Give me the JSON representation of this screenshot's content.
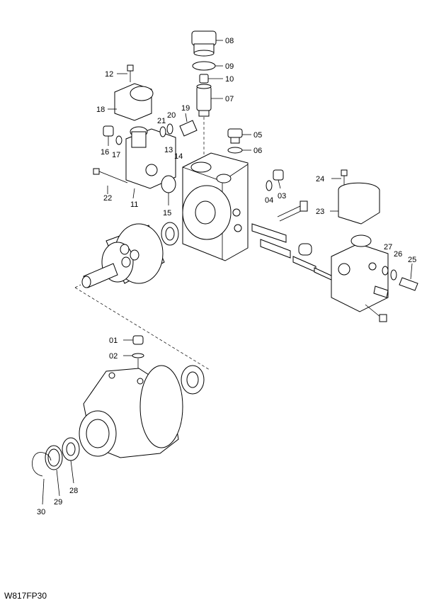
{
  "drawing_code": "W817FP30",
  "callouts": [
    {
      "id": "01",
      "text": "01"
    },
    {
      "id": "02",
      "text": "02"
    },
    {
      "id": "03",
      "text": "03"
    },
    {
      "id": "04",
      "text": "04"
    },
    {
      "id": "05",
      "text": "05"
    },
    {
      "id": "06",
      "text": "06"
    },
    {
      "id": "07",
      "text": "07"
    },
    {
      "id": "08",
      "text": "08"
    },
    {
      "id": "09",
      "text": "09"
    },
    {
      "id": "10",
      "text": "10"
    },
    {
      "id": "11",
      "text": "11"
    },
    {
      "id": "12",
      "text": "12"
    },
    {
      "id": "13",
      "text": "13"
    },
    {
      "id": "14",
      "text": "14"
    },
    {
      "id": "15",
      "text": "15"
    },
    {
      "id": "16",
      "text": "16"
    },
    {
      "id": "17",
      "text": "17"
    },
    {
      "id": "18",
      "text": "18"
    },
    {
      "id": "19",
      "text": "19"
    },
    {
      "id": "20",
      "text": "20"
    },
    {
      "id": "21",
      "text": "21"
    },
    {
      "id": "22",
      "text": "22"
    },
    {
      "id": "23",
      "text": "23"
    },
    {
      "id": "24",
      "text": "24"
    },
    {
      "id": "25",
      "text": "25"
    },
    {
      "id": "26",
      "text": "26"
    },
    {
      "id": "27",
      "text": "27"
    },
    {
      "id": "28",
      "text": "28"
    },
    {
      "id": "29",
      "text": "29"
    },
    {
      "id": "30",
      "text": "30"
    }
  ]
}
